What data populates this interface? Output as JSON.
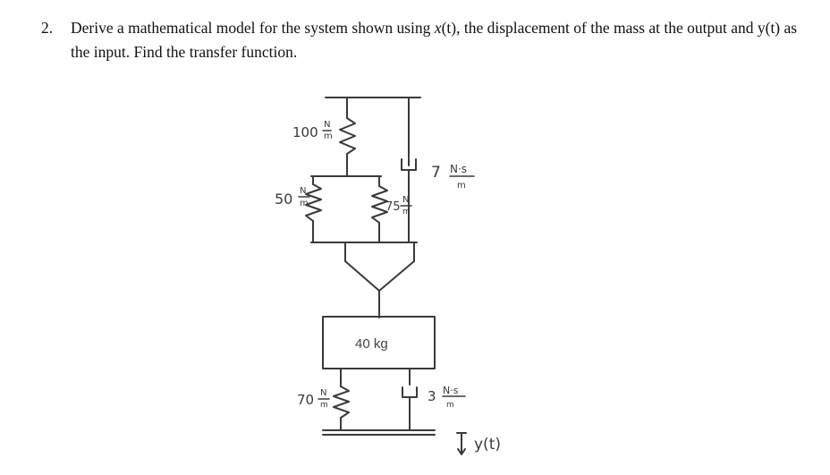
{
  "question": {
    "number": "2.",
    "text_1": "Derive a mathematical model for the system shown using ",
    "x_symbol": "x",
    "text_2": "(t), the displacement of the mass at the output and y(t) as the input. Find the transfer function."
  },
  "figure": {
    "spring_top": {
      "value": "100",
      "num": "N",
      "den": "m"
    },
    "spring_left": {
      "value": "50",
      "num": "N",
      "den": "m"
    },
    "spring_right": {
      "value": "75",
      "num": "N",
      "den": "m"
    },
    "damper_top": {
      "value": "7",
      "num": "N·s",
      "den": "m"
    },
    "mass": {
      "label": "40 kg"
    },
    "spring_bottom": {
      "value": "70",
      "num": "N",
      "den": "m"
    },
    "damper_bottom": {
      "value": "3",
      "num": "N·s",
      "den": "m"
    },
    "input": {
      "label": "y(t)"
    }
  }
}
